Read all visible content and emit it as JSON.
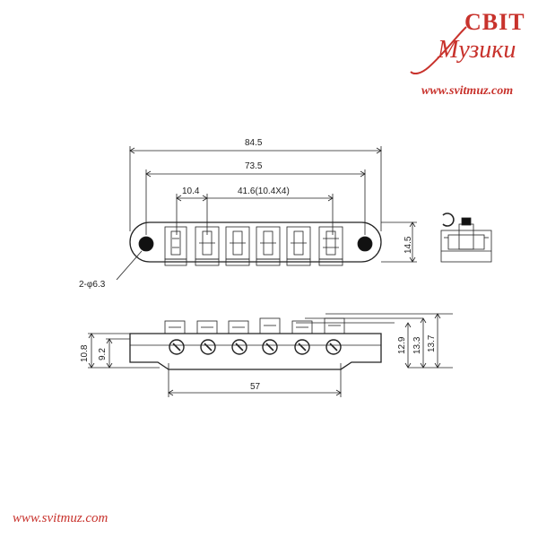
{
  "brand": {
    "name_top": "СВІТ",
    "name_script": "Музики",
    "site_url_top": "www.svitmuz.com",
    "site_url_bottom": "www.svitmuz.com",
    "accent_color": "#c8322c"
  },
  "dimensions": {
    "overall_length": "84.5",
    "post_spacing": "73.5",
    "string_spacing": "10.4",
    "saddle_span": "41.6(10.4X4)",
    "height": "14.5",
    "holes": "2-φ6.3",
    "side_h1": "10.8",
    "side_h2": "9.2",
    "side_h3": "12.9",
    "side_h4": "13.3",
    "side_h5": "13.7",
    "base_length": "57"
  }
}
